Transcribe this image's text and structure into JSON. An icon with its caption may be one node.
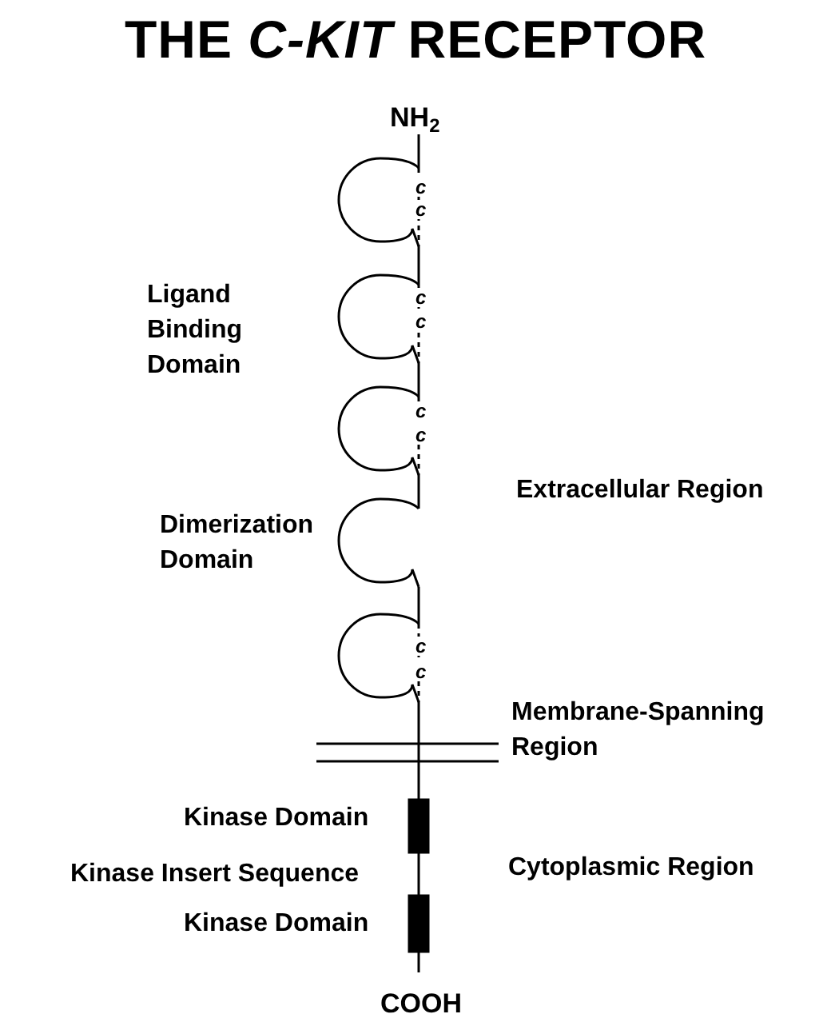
{
  "diagram": {
    "title": "THE *C-KIT* RECEPTOR",
    "labels": [
      "NH$_{2}$",
      "c",
      "c",
      "Ligand Binding Domain",
      "c",
      "c",
      "c",
      "c",
      "Extracellular Region",
      "Dimerization Domain",
      "c",
      "c",
      "Membrane-Spanning Region",
      "Kinase Domain",
      "Kinase Insert Sequence",
      "Cytoplasmic Region",
      "Kinase Domain",
      "COOH"
    ]
  }
}
